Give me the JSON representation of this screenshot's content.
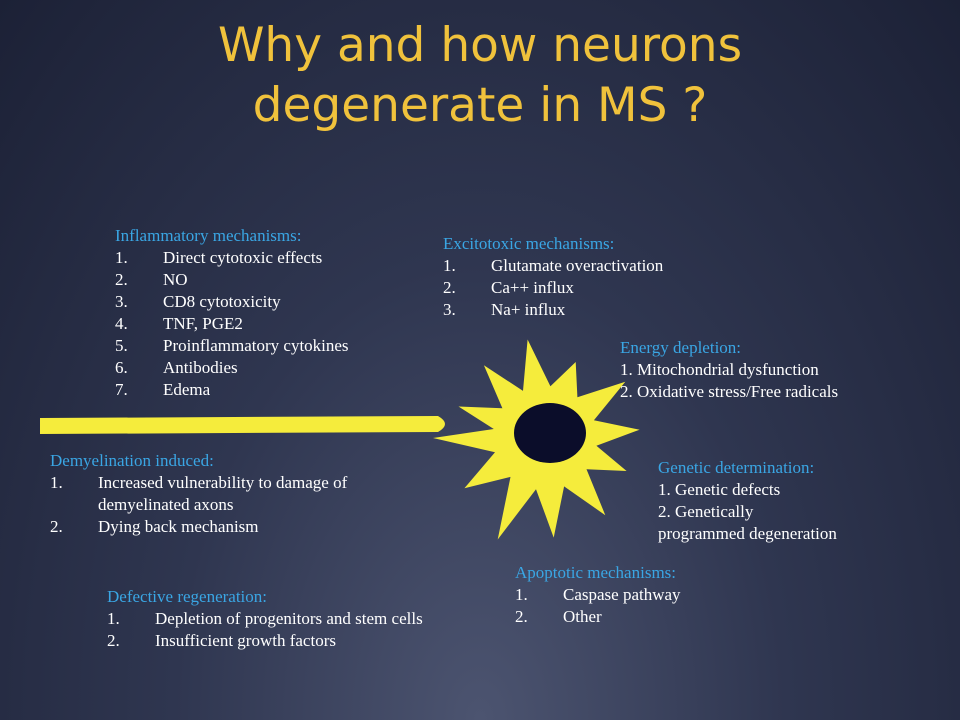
{
  "title": {
    "line1": "Why and how neurons",
    "line2": "degenerate in MS ?"
  },
  "colors": {
    "title": "#f0c23c",
    "heading": "#3aa6e4",
    "text": "#ffffff",
    "neuron": "#f5ec3c",
    "nucleus": "#0b0d2a"
  },
  "blocks": {
    "inflammatory": {
      "heading": "Inflammatory mechanisms:",
      "items": [
        {
          "num": "1.",
          "text": "Direct cytotoxic effects"
        },
        {
          "num": "2.",
          "text": "NO"
        },
        {
          "num": "3.",
          "text": "CD8 cytotoxicity"
        },
        {
          "num": "4.",
          "text": "TNF, PGE2"
        },
        {
          "num": "5.",
          "text": "Proinflammatory cytokines"
        },
        {
          "num": "6.",
          "text": "Antibodies"
        },
        {
          "num": "7.",
          "text": "Edema"
        }
      ]
    },
    "excitotoxic": {
      "heading": "Excitotoxic mechanisms:",
      "items": [
        {
          "num": "1.",
          "text": "Glutamate overactivation"
        },
        {
          "num": "2.",
          "text": "Ca++ influx"
        },
        {
          "num": "3.",
          "text": "Na+ influx"
        }
      ]
    },
    "energy": {
      "heading": "Energy depletion:",
      "items": [
        {
          "num": "1.",
          "text": "Mitochondrial dysfunction"
        },
        {
          "num": "2.",
          "text": "Oxidative stress/Free radicals"
        }
      ]
    },
    "genetic": {
      "heading": "Genetic determination:",
      "items": [
        {
          "num": "1.",
          "text": "Genetic defects"
        },
        {
          "num": "2.",
          "text": "Genetically"
        },
        {
          "num": "",
          "text": "programmed degeneration"
        }
      ]
    },
    "demyelination": {
      "heading": "Demyelination induced:",
      "items": [
        {
          "num": "1.",
          "text": "Increased vulnerability to damage of"
        },
        {
          "num": "",
          "text": "demyelinated axons"
        },
        {
          "num": "2.",
          "text": "Dying back mechanism"
        }
      ]
    },
    "apoptotic": {
      "heading": "Apoptotic mechanisms:",
      "items": [
        {
          "num": "1.",
          "text": "Caspase pathway"
        },
        {
          "num": "2.",
          "text": "Other"
        }
      ]
    },
    "regeneration": {
      "heading": "Defective regeneration:",
      "items": [
        {
          "num": "1.",
          "text": "Depletion of progenitors and stem cells"
        },
        {
          "num": "2.",
          "text": "Insufficient growth factors"
        }
      ]
    }
  }
}
